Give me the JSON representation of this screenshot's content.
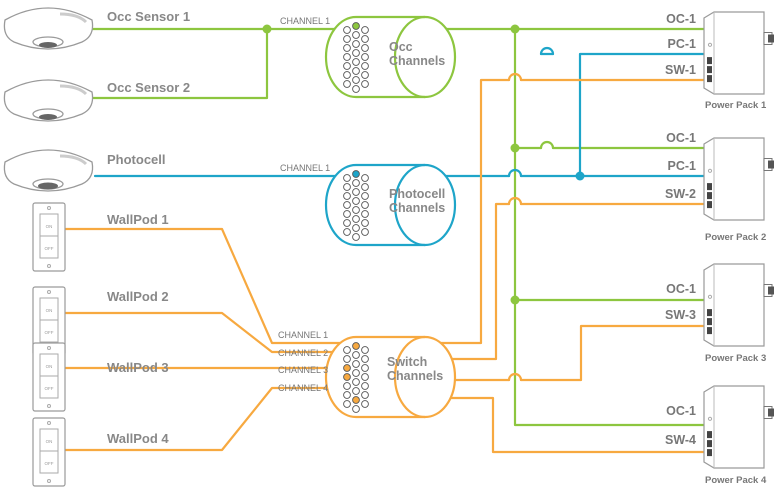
{
  "colors": {
    "occupancy": "#8dc63f",
    "photocell": "#1ea5c9",
    "switch": "#f7a940",
    "device_outline": "#9a9a9a",
    "label": "#888888"
  },
  "devices": {
    "occ_sensor_1": "Occ Sensor 1",
    "occ_sensor_2": "Occ Sensor 2",
    "photocell": "Photocell",
    "wallpod_1": "WallPod 1",
    "wallpod_2": "WallPod 2",
    "wallpod_3": "WallPod 3",
    "wallpod_4": "WallPod 4"
  },
  "wallpod_switch": {
    "on": "ON",
    "off": "OFF"
  },
  "channels": {
    "occ": "CHANNEL 1",
    "photocell": "CHANNEL 1",
    "switch_1": "CHANNEL 1",
    "switch_2": "CHANNEL 2",
    "switch_3": "CHANNEL 3",
    "switch_4": "CHANNEL 4"
  },
  "bundles": {
    "occ": [
      "Occ",
      "Channels"
    ],
    "photocell": [
      "Photocell",
      "Channels"
    ],
    "switch": [
      "Switch",
      "Channels"
    ]
  },
  "power_packs": [
    {
      "name": "Power Pack 1",
      "terminals": [
        "OC-1",
        "PC-1",
        "SW-1"
      ]
    },
    {
      "name": "Power Pack 2",
      "terminals": [
        "OC-1",
        "PC-1",
        "SW-2"
      ]
    },
    {
      "name": "Power Pack 3",
      "terminals": [
        "OC-1",
        "SW-3"
      ]
    },
    {
      "name": "Power Pack 4",
      "terminals": [
        "OC-1",
        "SW-4"
      ]
    }
  ]
}
